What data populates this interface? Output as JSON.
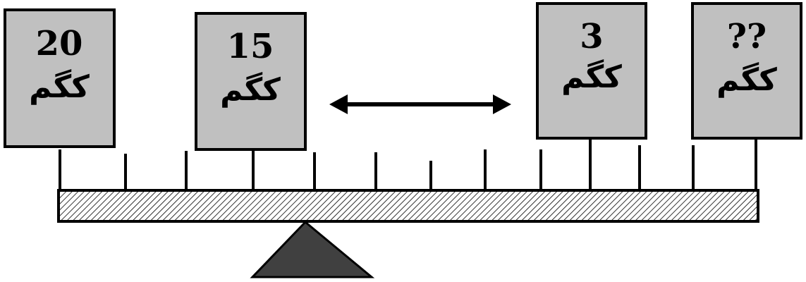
{
  "weights": [
    {
      "value": "20",
      "unit": "کگم"
    },
    {
      "value": "15",
      "unit": "کگم"
    },
    {
      "value": "3",
      "unit": "کگم"
    },
    {
      "value": "??",
      "unit": "کگم"
    }
  ],
  "colors": {
    "box_fill": "#c0c0c0",
    "fulcrum_fill": "#404040",
    "stroke": "#000000"
  }
}
